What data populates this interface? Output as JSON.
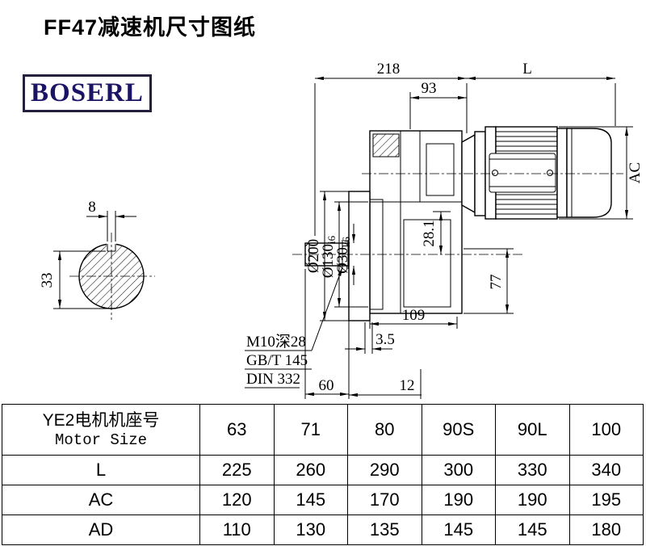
{
  "title": "FF47减速机尺寸图纸",
  "logo": {
    "text": "BOSERL",
    "text_color": "#1b1464",
    "border_color": "#241f3d"
  },
  "drawing": {
    "dim_218": "218",
    "dim_L": "L",
    "dim_93": "93",
    "dim_AC": "AC",
    "dim_8": "8",
    "dim_33": "33",
    "dia_200": {
      "main": "Ø200",
      "sub": ""
    },
    "dia_130": {
      "main": "Ø130",
      "sub": "i6"
    },
    "dia_30": {
      "main": "Ø30",
      "sub": "k6"
    },
    "dim_28_1": "28.1",
    "dim_77": "77",
    "dim_109": "109",
    "dim_3_5": "3.5",
    "dim_60": "60",
    "dim_12": "12",
    "note_thread": "M10深28",
    "note_gb": "GB/T 145",
    "note_din": "DIN 332"
  },
  "table": {
    "header": {
      "cn": "YE2电机机座号",
      "en": "Motor Size"
    },
    "columns": [
      "63",
      "71",
      "80",
      "90S",
      "90L",
      "100"
    ],
    "rows": [
      {
        "label": "L",
        "values": [
          "225",
          "260",
          "290",
          "300",
          "330",
          "340"
        ]
      },
      {
        "label": "AC",
        "values": [
          "120",
          "145",
          "170",
          "190",
          "190",
          "195"
        ]
      },
      {
        "label": "AD",
        "values": [
          "110",
          "130",
          "135",
          "145",
          "145",
          "180"
        ]
      }
    ]
  }
}
